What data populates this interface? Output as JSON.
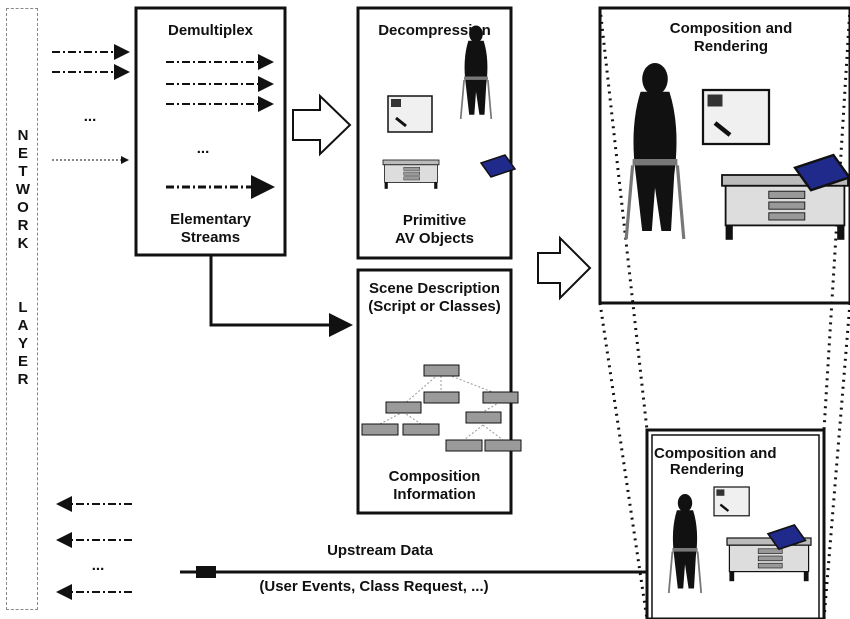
{
  "network_layer": {
    "word1": "NETWORK",
    "word2": "LAYER"
  },
  "demultiplex": {
    "title": "Demultiplex",
    "caption_line1": "Elementary",
    "caption_line2": "Streams"
  },
  "decompression": {
    "title": "Decompression",
    "caption_line1": "Primitive",
    "caption_line2": "AV Objects"
  },
  "scene_description": {
    "title_line1": "Scene Description",
    "title_line2": "(Script or Classes)",
    "caption_line1": "Composition",
    "caption_line2": "Information"
  },
  "composition_large": {
    "title_line1": "Composition and",
    "title_line2": "Rendering"
  },
  "composition_small": {
    "title_line1": "Composition and",
    "title_line2": "Rendering"
  },
  "upstream": {
    "label": "Upstream Data",
    "sublabel": "(User Events, Class Request, ...)"
  },
  "ellipsis": "...",
  "colors": {
    "stroke": "#111111",
    "screen": "#1f2a8a",
    "desk": "#d9d9d9",
    "node": "#9a9a9a"
  }
}
